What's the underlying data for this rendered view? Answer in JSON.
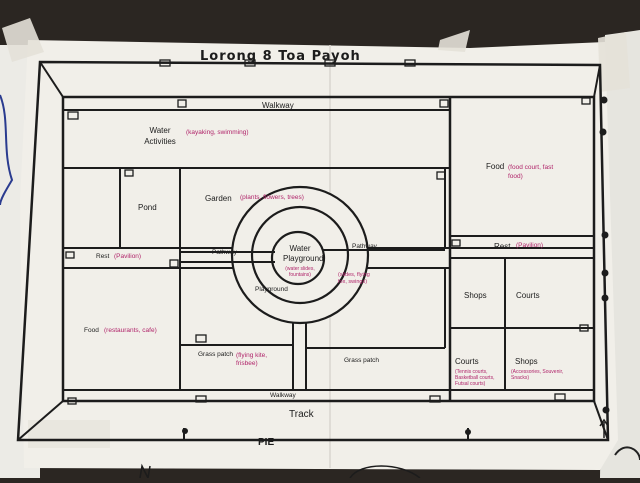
{
  "title": "Lorong 8 Toa Payoh",
  "bottom_label": "PIE",
  "areas": {
    "walkway_top": "Walkway",
    "water_activities": "Water Activities",
    "water_activities_note": "(kayaking, swimming)",
    "food_right": "Food",
    "food_right_note": "(food court, fast food)",
    "pond": "Pond",
    "garden": "Garden",
    "garden_note": "(plants, flowers, trees)",
    "water_playground": "Water Playground",
    "water_playground_note": "(water slides, fountains)",
    "slides_note": "(slides, flying fox, swings)",
    "pathway_left": "Pathway",
    "pathway_right": "Pathway",
    "rest_left": "Rest",
    "rest_left_note": "(Pavilion)",
    "rest_right": "Rest",
    "rest_right_note": "(Pavilion)",
    "playground": "Playground",
    "shops_upper": "Shops",
    "courts_upper": "Courts",
    "food_left": "Food",
    "food_left_note": "(restaurants, cafe)",
    "grass_patch_left": "Grass patch",
    "grass_patch_left_note": "(flying kite, frisbee)",
    "grass_patch_right": "Grass patch",
    "courts_lower": "Courts",
    "courts_lower_note": "(Tennis courts, Basketball courts, Futsal courts)",
    "shops_lower": "Shops",
    "shops_lower_note": "(Accessories, Souvenir, Snacks)",
    "walkway_bottom": "Walkway",
    "track": "Track"
  },
  "colors": {
    "paper": "#f1efe9",
    "ink": "#1c1c1c",
    "note_ink": "#b0246a",
    "wall": "#2b2622"
  }
}
